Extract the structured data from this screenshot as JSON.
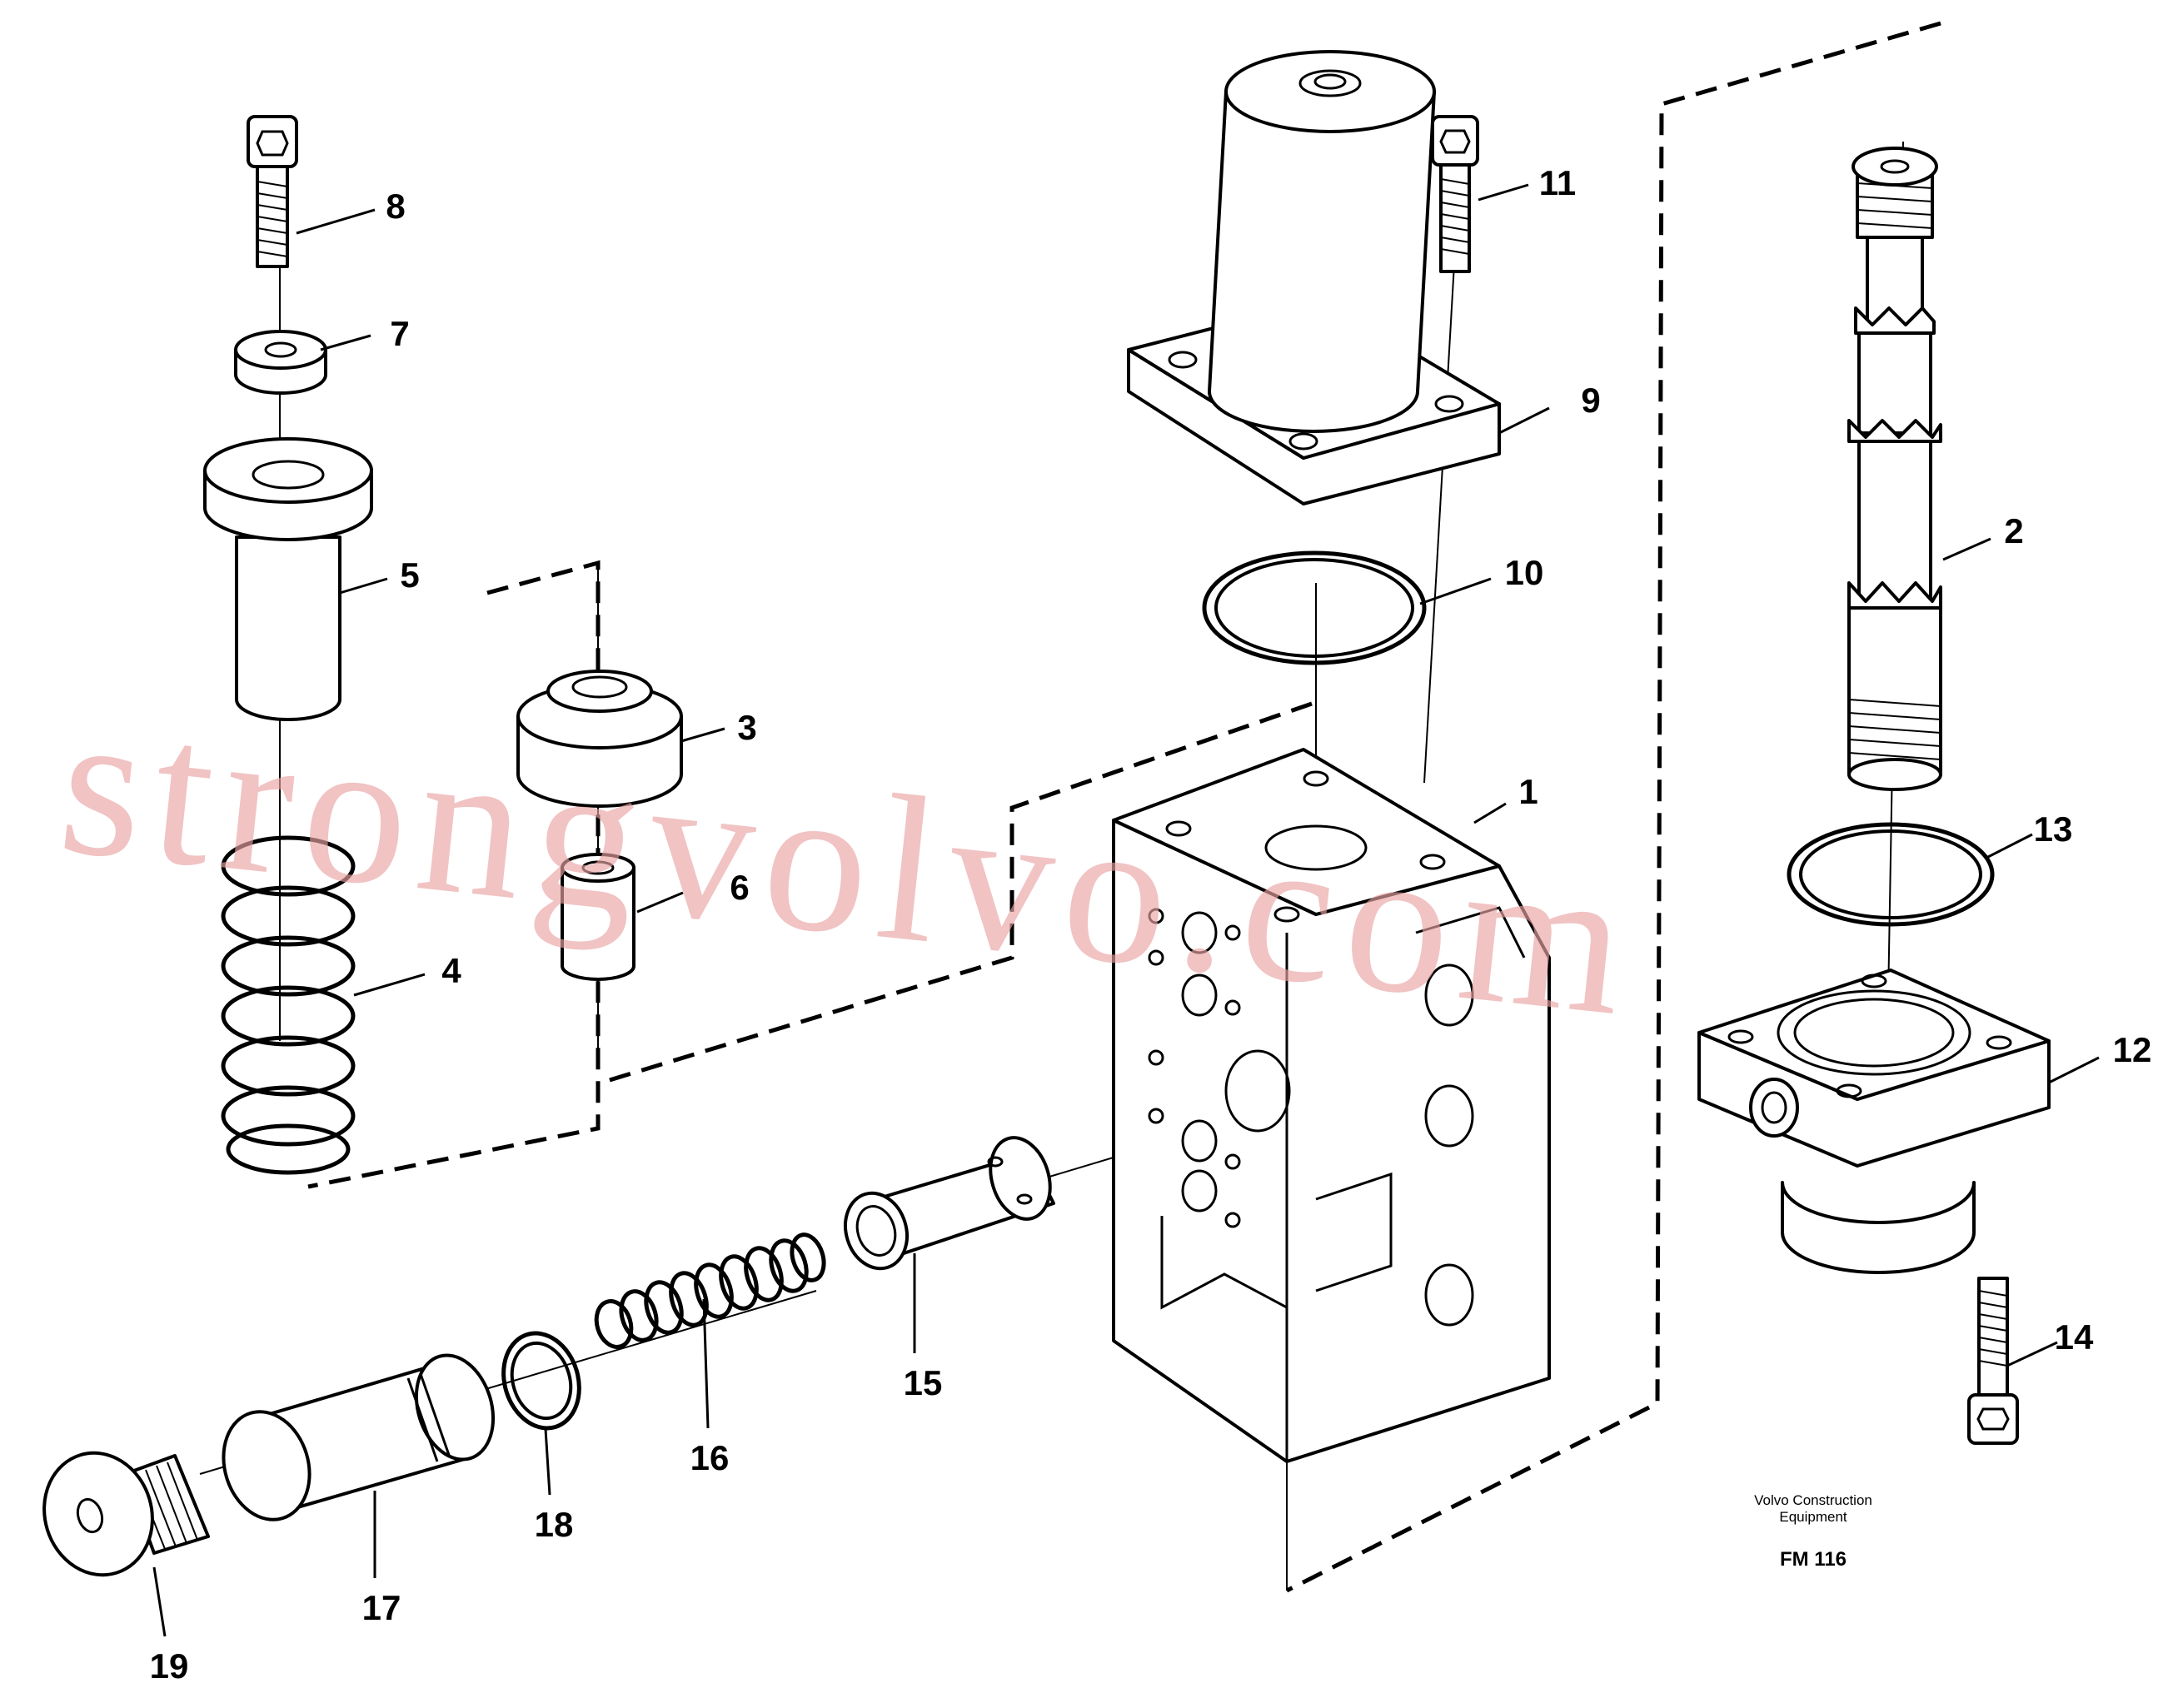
{
  "diagram": {
    "callouts": [
      "1",
      "2",
      "3",
      "4",
      "5",
      "6",
      "7",
      "8",
      "9",
      "10",
      "11",
      "12",
      "13",
      "14",
      "15",
      "16",
      "17",
      "18",
      "19"
    ],
    "caption": {
      "maker_line1": "Volvo Construction",
      "maker_line2": "Equipment",
      "figure_code": "FM 116"
    },
    "watermark": "strongvolvo.com"
  }
}
